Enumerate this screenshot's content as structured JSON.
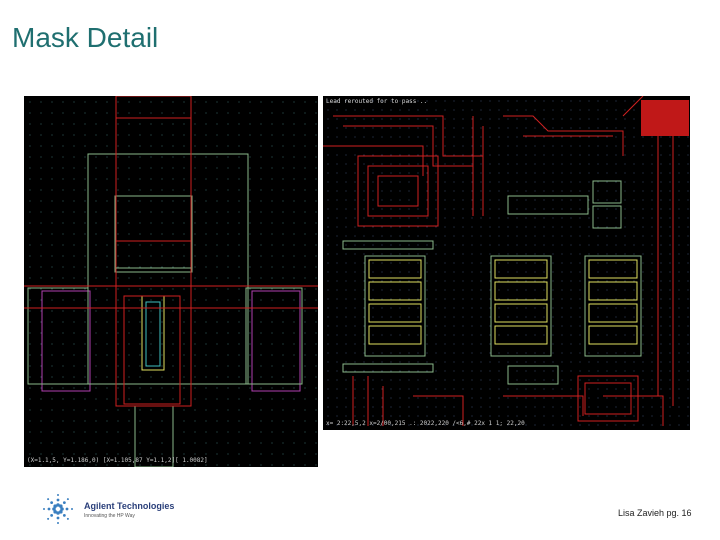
{
  "slide": {
    "title": "Mask Detail",
    "footer": "Lisa Zavieh pg. 16"
  },
  "left_view": {
    "coords": "(X=1.1,5, Y=1.186,0) [X=1.105,87 Y=1.1,2][ 1.0082]"
  },
  "right_view": {
    "header": "Lead  rerouted  for  to  pass  ..",
    "coords": "x= 2:22,5,2  x=2/00,215  .: 2022,220  /<6,#  22x  1 1; 22,20"
  },
  "logo": {
    "name": "Agilent Technologies",
    "tagline": "Innovating the HP Way"
  },
  "colors": {
    "title": "#1f6f70",
    "panel_bg": "#000000",
    "mask_red": "#d02020",
    "mask_green": "#8ab98a",
    "mask_magenta": "#b040b0",
    "mask_yellow": "#e0e060"
  }
}
